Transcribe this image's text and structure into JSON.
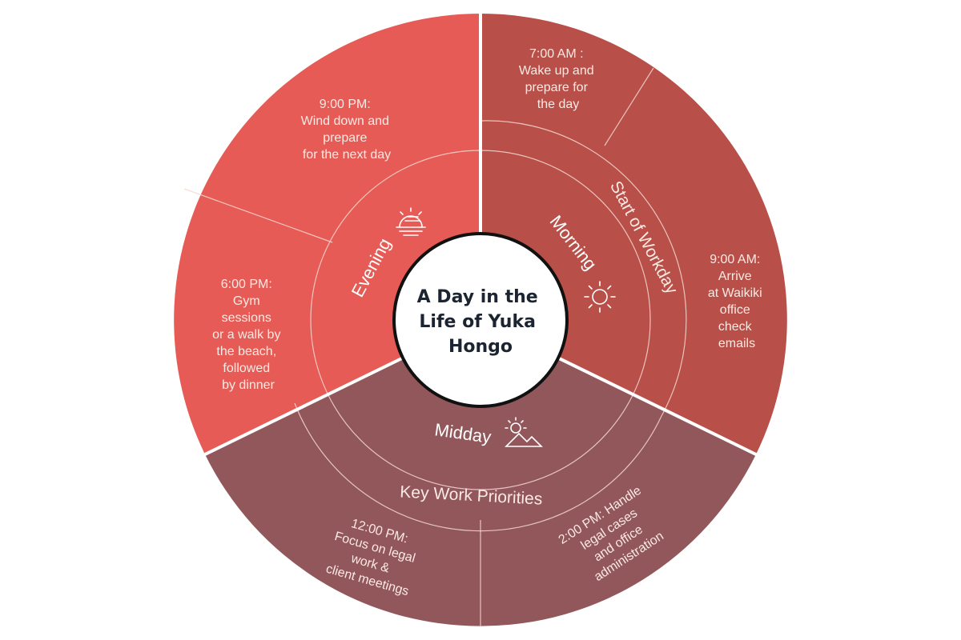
{
  "title": [
    "A Day in the",
    "Life of Yuka",
    "Hongo"
  ],
  "phases": {
    "morning": "Morning",
    "midday": "Midday",
    "evening": "Evening"
  },
  "bands": {
    "start_of_workday": "Start of Workday",
    "key_work_priorities": "Key Work Priorities"
  },
  "activities": {
    "wake": [
      "7:00 AM :",
      "Wake up and",
      "prepare for",
      "the day"
    ],
    "arrive": [
      "9:00 AM:",
      "Arrive",
      "at Waikiki",
      "office",
      "check",
      "emails"
    ],
    "noon": [
      "12:00 PM:",
      "Focus on legal",
      "work &",
      "client meetings"
    ],
    "afternoon": [
      "2:00 PM: Handle",
      "legal cases",
      "and office",
      "administration"
    ],
    "gym": [
      "6:00 PM:",
      "Gym",
      "sessions",
      "or a walk by",
      "the beach,",
      "followed",
      "by dinner"
    ],
    "winddown": [
      "9:00 PM:",
      "Wind down and",
      "prepare",
      "for the next day"
    ]
  },
  "icons": {
    "morning": "sun-icon",
    "midday": "mountain-sun-icon",
    "evening": "sunset-icon"
  },
  "colors": {
    "morning": "#b84f48",
    "midday": "#92575a",
    "evening": "#e65b55",
    "center": "#ffffff",
    "title": "#1b2430"
  }
}
